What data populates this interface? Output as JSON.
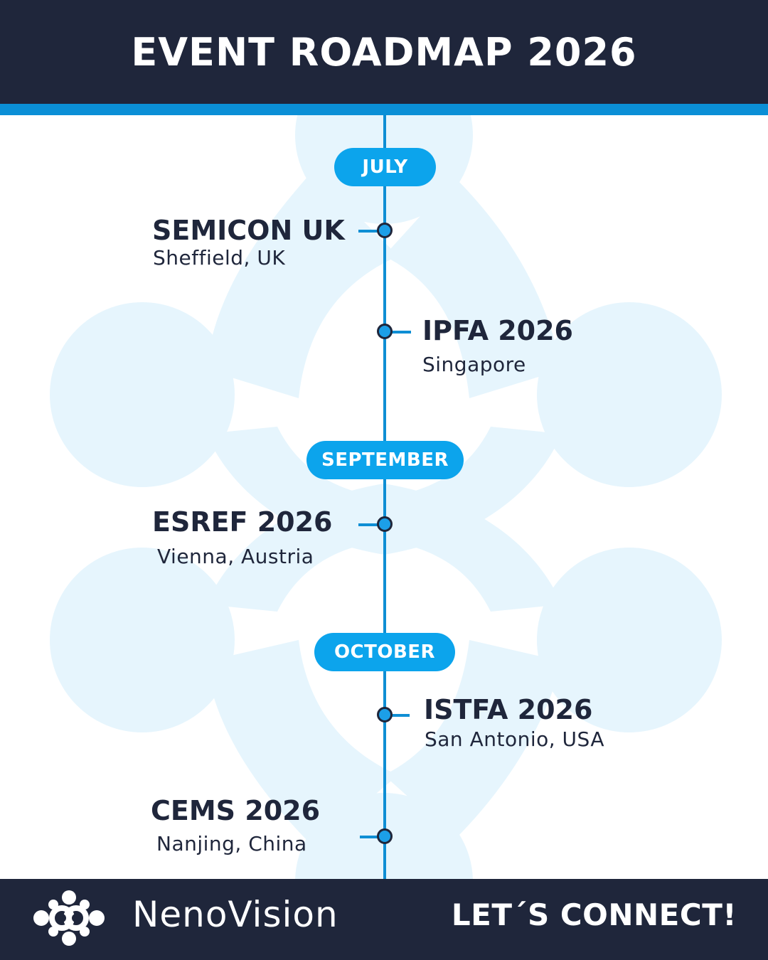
{
  "header": {
    "title": "EVENT ROADMAP 2026"
  },
  "timeline": {
    "months": [
      {
        "label": "JULY"
      },
      {
        "label": "SEPTEMBER"
      },
      {
        "label": "OCTOBER"
      }
    ],
    "events": [
      {
        "name": "SEMICON UK",
        "location": "Sheffield, UK"
      },
      {
        "name": "IPFA 2026",
        "location": "Singapore"
      },
      {
        "name": "ESREF 2026",
        "location": "Vienna, Austria"
      },
      {
        "name": "ISTFA 2026",
        "location": "San Antonio, USA"
      },
      {
        "name": "CEMS 2026",
        "location": "Nanjing, China"
      }
    ]
  },
  "footer": {
    "brand": "NenoVision",
    "cta": "LET´S CONNECT!"
  },
  "colors": {
    "navy": "#1f263b",
    "accent_blue": "#0ca4ec",
    "line_blue": "#0e8ed4",
    "bg_watermark": "#e6f5fd"
  },
  "icons": {
    "background": "nenovision-logo-watermark",
    "footer": "nenovision-logo-icon"
  }
}
